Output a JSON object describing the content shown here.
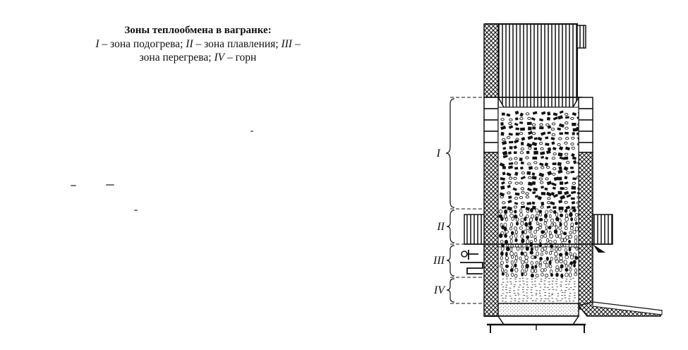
{
  "caption": {
    "title": "Зоны теплообмена в вагранке:",
    "zone1_numeral": "I",
    "zone1_desc": " – зона подогрева; ",
    "zone2_numeral": "II",
    "zone2_desc": " – зона плавления; ",
    "zone3_numeral": "III",
    "zone3_desc": " –",
    "zone3_desc_cont": "зона перегрева; ",
    "zone4_numeral": "IV",
    "zone4_desc": " – горн"
  },
  "zone_labels": {
    "zone1": "I",
    "zone2": "II",
    "zone3": "III",
    "zone4": "IV"
  },
  "colors": {
    "ink": "#111111",
    "paper": "#ffffff"
  }
}
